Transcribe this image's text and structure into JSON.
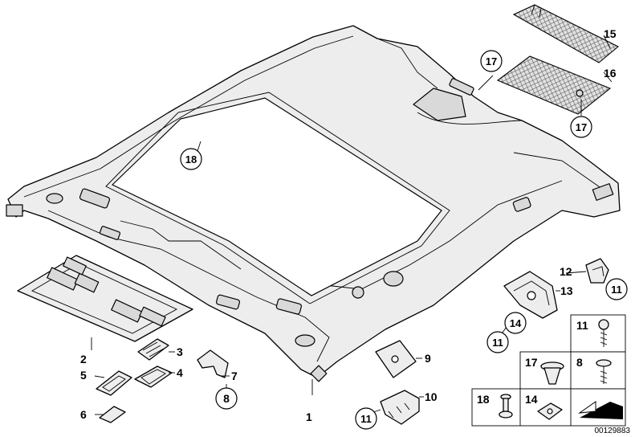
{
  "diagram": {
    "id": "00129883",
    "callouts": [
      {
        "key": "c1",
        "label": "1"
      },
      {
        "key": "c2",
        "label": "2"
      },
      {
        "key": "c3",
        "label": "3"
      },
      {
        "key": "c4",
        "label": "4"
      },
      {
        "key": "c5",
        "label": "5"
      },
      {
        "key": "c6",
        "label": "6"
      },
      {
        "key": "c7",
        "label": "7"
      },
      {
        "key": "c8",
        "label": "8"
      },
      {
        "key": "c9",
        "label": "9"
      },
      {
        "key": "c10",
        "label": "10"
      },
      {
        "key": "c11a",
        "label": "11"
      },
      {
        "key": "c11b",
        "label": "11"
      },
      {
        "key": "c11c",
        "label": "11"
      },
      {
        "key": "c12",
        "label": "12"
      },
      {
        "key": "c13",
        "label": "13"
      },
      {
        "key": "c14",
        "label": "14"
      },
      {
        "key": "c15",
        "label": "15"
      },
      {
        "key": "c16",
        "label": "16"
      },
      {
        "key": "c17a",
        "label": "17"
      },
      {
        "key": "c17b",
        "label": "17"
      },
      {
        "key": "c18",
        "label": "18"
      }
    ],
    "fastener_table": [
      {
        "key": "t11",
        "label": "11"
      },
      {
        "key": "t17",
        "label": "17"
      },
      {
        "key": "t8",
        "label": "8"
      },
      {
        "key": "t18",
        "label": "18"
      },
      {
        "key": "t14",
        "label": "14"
      }
    ]
  }
}
